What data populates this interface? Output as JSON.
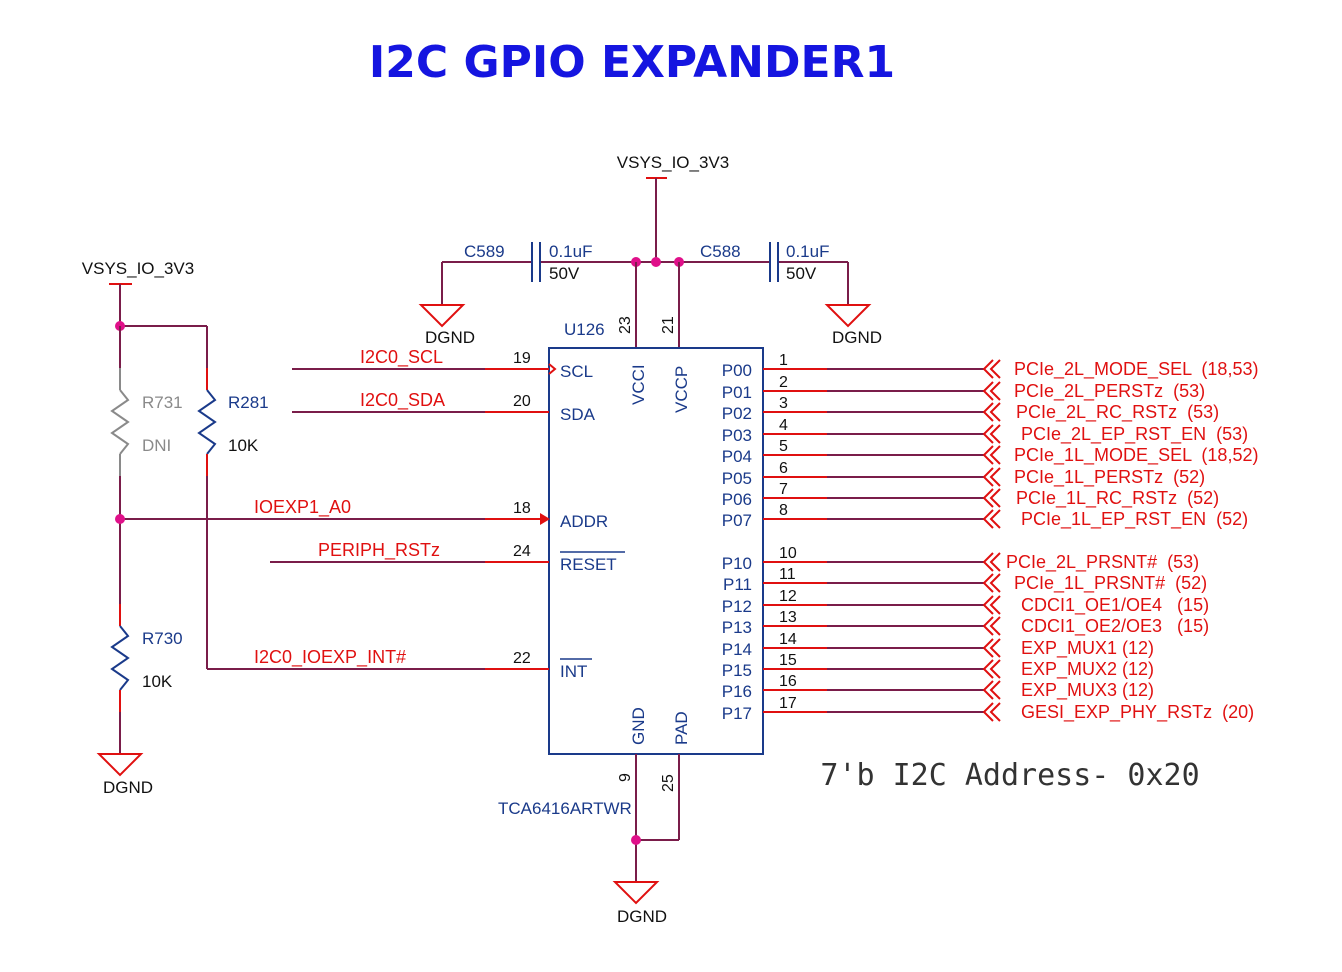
{
  "title": "I2C GPIO  EXPANDER1",
  "power_label_top": "VSYS_IO_3V3",
  "power_label_left": "VSYS_IO_3V3",
  "ground_label": "DGND",
  "chip": {
    "ref": "U126",
    "part": "TCA6416ARTWR",
    "address_note": "7'b I2C Address- 0x20",
    "left_pins": [
      {
        "name": "SCL",
        "num": "19",
        "net": "I2C0_SCL"
      },
      {
        "name": "SDA",
        "num": "20",
        "net": "I2C0_SDA"
      },
      {
        "name": "ADDR",
        "num": "18",
        "net": "IOEXP1_A0"
      },
      {
        "name": "RESET",
        "num": "24",
        "net": "PERIPH_RSTz"
      },
      {
        "name": "INT",
        "num": "22",
        "net": "I2C0_IOEXP_INT#"
      }
    ],
    "top_pins": [
      {
        "name": "VCCI",
        "num": "23"
      },
      {
        "name": "VCCP",
        "num": "21"
      }
    ],
    "bottom_pins": [
      {
        "name": "GND",
        "num": "9"
      },
      {
        "name": "PAD",
        "num": "25"
      }
    ],
    "right_pins": [
      {
        "name": "P00",
        "num": "1",
        "net": "PCIe_2L_MODE_SEL  (18,53)"
      },
      {
        "name": "P01",
        "num": "2",
        "net": "PCIe_2L_PERSTz  (53)"
      },
      {
        "name": "P02",
        "num": "3",
        "net": "PCIe_2L_RC_RSTz  (53)"
      },
      {
        "name": "P03",
        "num": "4",
        "net": "PCIe_2L_EP_RST_EN  (53)"
      },
      {
        "name": "P04",
        "num": "5",
        "net": "PCIe_1L_MODE_SEL  (18,52)"
      },
      {
        "name": "P05",
        "num": "6",
        "net": "PCIe_1L_PERSTz  (52)"
      },
      {
        "name": "P06",
        "num": "7",
        "net": "PCIe_1L_RC_RSTz  (52)"
      },
      {
        "name": "P07",
        "num": "8",
        "net": "PCIe_1L_EP_RST_EN  (52)"
      },
      {
        "name": "P10",
        "num": "10",
        "net": "PCIe_2L_PRSNT#  (53)"
      },
      {
        "name": "P11",
        "num": "11",
        "net": "PCIe_1L_PRSNT#  (52)"
      },
      {
        "name": "P12",
        "num": "12",
        "net": "CDCI1_OE1/OE4   (15)"
      },
      {
        "name": "P13",
        "num": "13",
        "net": "CDCI1_OE2/OE3   (15)"
      },
      {
        "name": "P14",
        "num": "14",
        "net": "EXP_MUX1 (12)"
      },
      {
        "name": "P15",
        "num": "15",
        "net": "EXP_MUX2 (12)"
      },
      {
        "name": "P16",
        "num": "16",
        "net": "EXP_MUX3 (12)"
      },
      {
        "name": "P17",
        "num": "17",
        "net": "GESI_EXP_PHY_RSTz  (20)"
      }
    ]
  },
  "capacitors": [
    {
      "ref": "C589",
      "value": "0.1uF",
      "voltage": "50V"
    },
    {
      "ref": "C588",
      "value": "0.1uF",
      "voltage": "50V"
    }
  ],
  "resistors": [
    {
      "ref": "R731",
      "value": "DNI"
    },
    {
      "ref": "R281",
      "value": "10K"
    },
    {
      "ref": "R730",
      "value": "10K"
    }
  ],
  "colors": {
    "title": "#1515e0",
    "wire": "#7a1d4a",
    "pin_line": "#e01010",
    "net_label": "#e01010",
    "component": "#1a3a8a",
    "junction": "#e0108a",
    "dni": "#8a8a8a"
  }
}
